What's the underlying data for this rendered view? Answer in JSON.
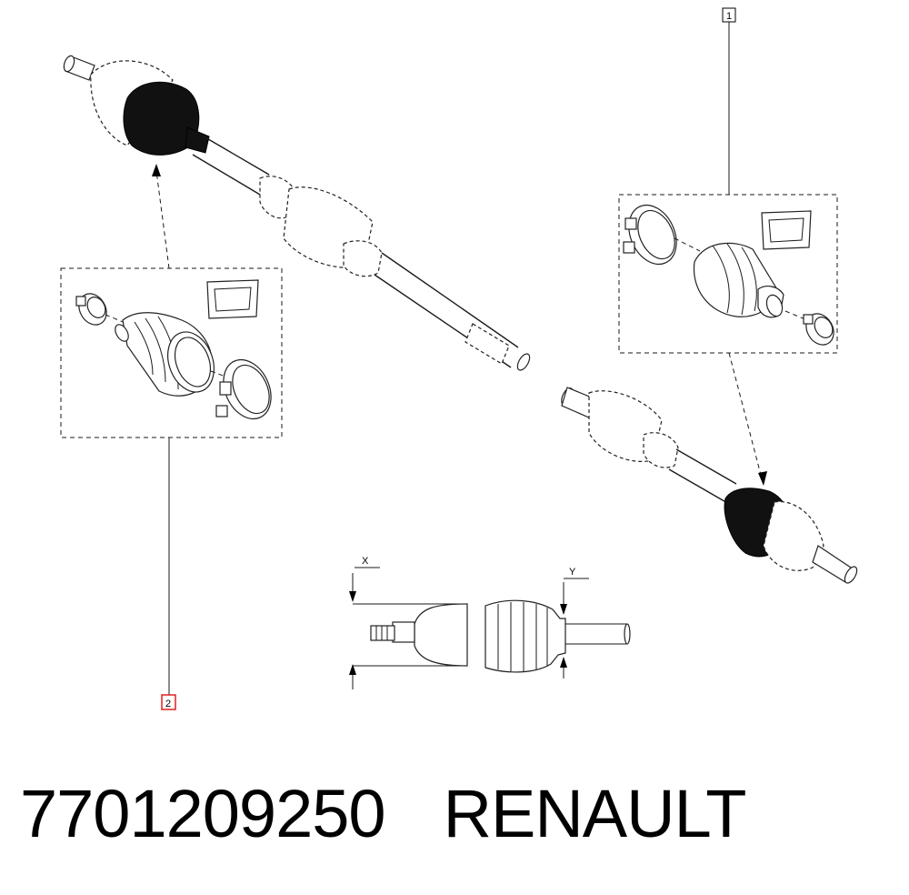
{
  "callouts": {
    "one": "1",
    "two": "2"
  },
  "dims": {
    "x_label": "X",
    "y_label": "Y"
  },
  "caption": {
    "part_number": "7701209250",
    "brand": "RENAULT"
  },
  "colors": {
    "callout_two_border": "#e02020",
    "ink": "#1a1a1a",
    "boot_fill": "#111111"
  }
}
